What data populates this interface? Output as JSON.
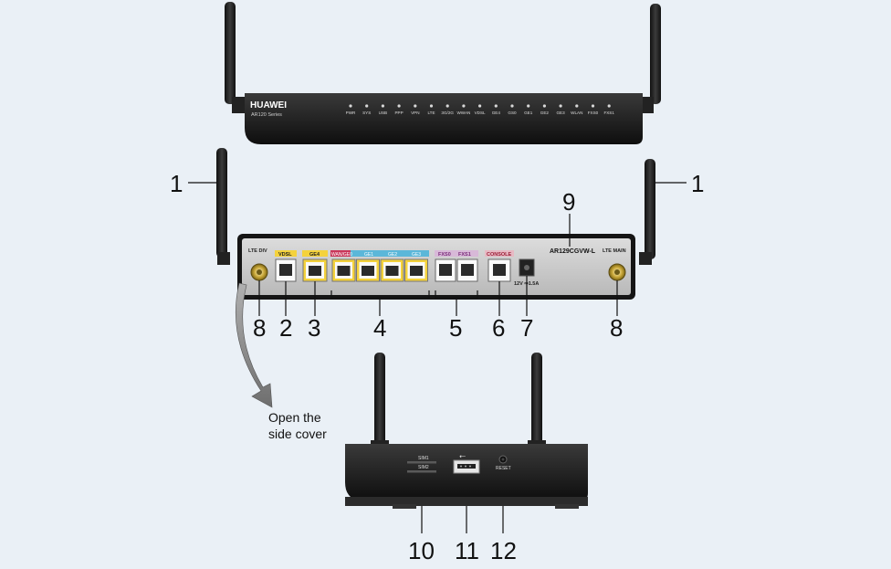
{
  "front_view": {
    "brand": "HUAWEI",
    "series": "AR120 Series",
    "led_labels": [
      "PWR",
      "SYS",
      "USB",
      "PPP",
      "VPN",
      "LTE",
      "3G/2G",
      "WWAN",
      "VDSL",
      "GE4",
      "GS0",
      "GE1",
      "GE2",
      "GE3",
      "WLAN",
      "FXS0",
      "FXS1"
    ]
  },
  "rear_view": {
    "model": "AR129CGVW-L",
    "lte_div_label": "LTE DIV",
    "lte_main_label": "LTE MAIN",
    "vdsl_label": "VDSL",
    "ge4_label": "GE4",
    "lan_labels": [
      "WAN/GE0",
      "GE1",
      "GE2",
      "GE3"
    ],
    "fxs_labels": [
      "FXS0",
      "FXS1"
    ],
    "console_label": "CONSOLE",
    "power_label": "12V ⎓1.5A"
  },
  "side_view": {
    "sim1_label": "SIM1",
    "sim2_label": "SIM2",
    "reset_label": "RESET",
    "usb_symbol": "⭠"
  },
  "instruction": {
    "line1": "Open the",
    "line2": "side cover"
  },
  "callouts": {
    "antenna_left": "1",
    "antenna_right": "1",
    "vdsl": "2",
    "ge4": "3",
    "lan": "4",
    "fxs": "5",
    "console": "6",
    "power": "7",
    "lte_div": "8",
    "lte_main": "8",
    "model_label": "9",
    "sim_slots": "10",
    "usb": "11",
    "reset": "12"
  }
}
